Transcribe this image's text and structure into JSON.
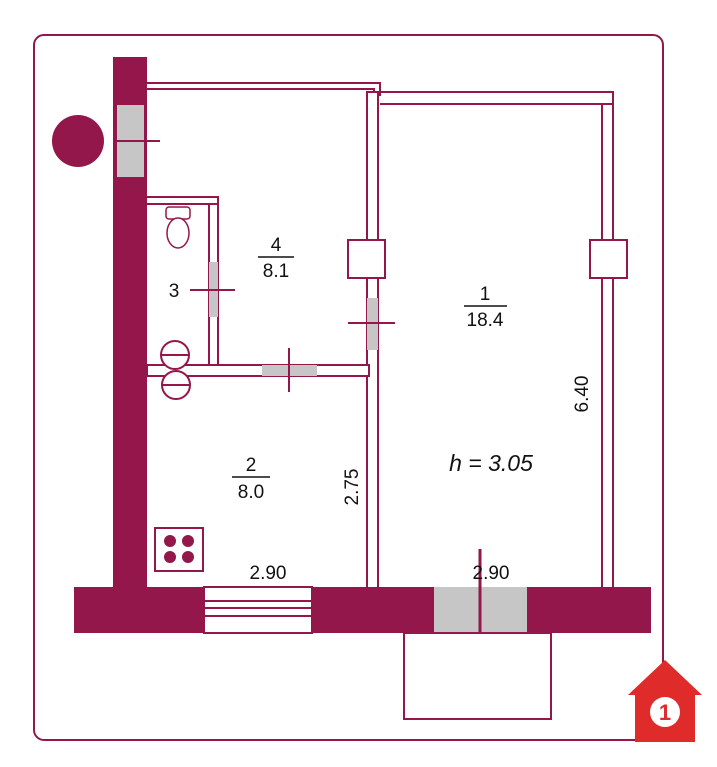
{
  "colors": {
    "wall": "#93174a",
    "opening": "#c6c6c6",
    "line": "#93174a",
    "logo": "#e02b2b",
    "frame": "#93174a",
    "background": "#ffffff"
  },
  "rooms": [
    {
      "number": "1",
      "area": "18.4"
    },
    {
      "number": "2",
      "area": "8.0"
    },
    {
      "number": "3",
      "area": ""
    },
    {
      "number": "4",
      "area": "8.1"
    }
  ],
  "ceiling_height": "h = 3.05",
  "dimensions": {
    "kitchen_width": "2.90",
    "room_width": "2.90",
    "kitchen_length": "2.75",
    "room_length": "6.40"
  },
  "logo": {
    "text": "1",
    "icon": "house-key-logo"
  },
  "icons": [
    "toilet-icon",
    "sink-icon",
    "stove-icon",
    "riser-icon",
    "window-icon",
    "door-icon"
  ]
}
